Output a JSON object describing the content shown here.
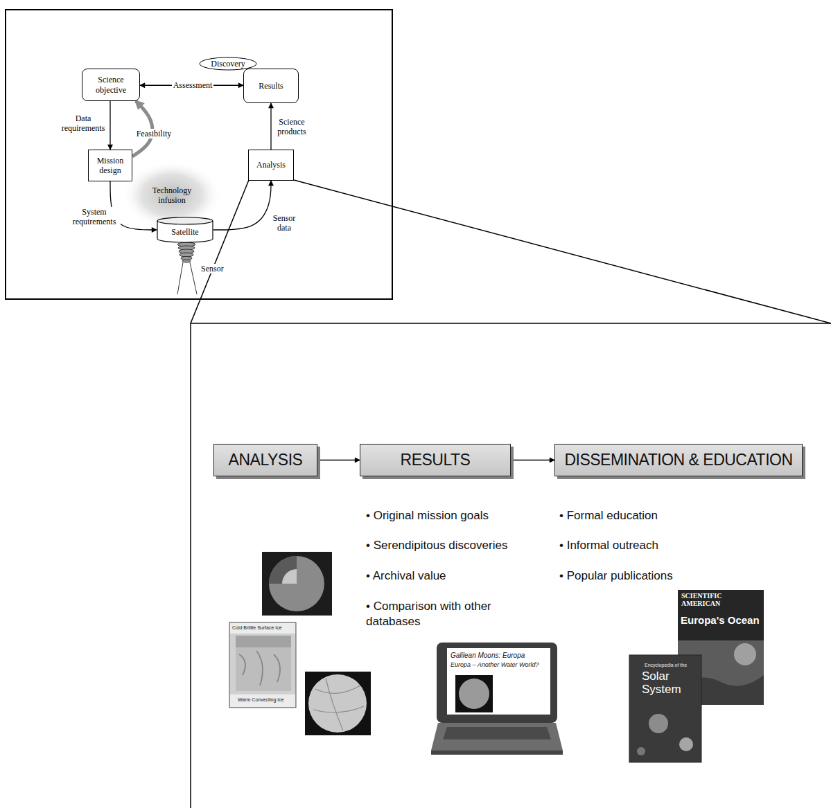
{
  "diagram": {
    "nodes": [
      {
        "text": [
          "Science objective"
        ]
      },
      {
        "text": [
          "Results"
        ]
      },
      {
        "text": [
          "Discovery"
        ]
      },
      {
        "text": [
          "Mission design"
        ]
      },
      {
        "text": [
          "Technology infusion"
        ]
      },
      {
        "text": [
          "Satellite"
        ]
      },
      {
        "text": [
          "Analysis"
        ]
      },
      {
        "text": [
          "ANALYSIS"
        ]
      },
      {
        "text": [
          "RESULTS"
        ]
      },
      {
        "text": [
          "DISSEMINATION & EDUCATION"
        ]
      }
    ],
    "edges": [
      {
        "from": 0,
        "to": 3,
        "label": "Data requirements",
        "arrow": "to"
      },
      {
        "from": 3,
        "to": 5,
        "label": "System requirements",
        "arrow": "to"
      },
      {
        "from": 5,
        "to": 6,
        "label": "Sensor data",
        "arrow": "to"
      },
      {
        "from": 6,
        "to": 1,
        "label": "Science products",
        "arrow": "to"
      },
      {
        "from": 0,
        "to": 1,
        "label": "Assessment",
        "arrow": "both"
      },
      {
        "from": 3,
        "to": 0,
        "label": "Feasibility",
        "arrow": "to"
      },
      {
        "from": 7,
        "to": 8,
        "arrow": "to"
      },
      {
        "from": 8,
        "to": 9,
        "arrow": "to"
      }
    ],
    "labels": [
      "Sensor",
      "• Original mission goals",
      "• Serendipitous discoveries",
      "• Archival value",
      "• Comparison with other databases",
      "• Formal education",
      "• Informal outreach",
      "• Popular publications",
      "Cold Brittle Surface Ice",
      "Warm Convecting Ice",
      "Galilean Moons: Europa",
      "Europa – Another Water World?",
      "SCIENTIFIC AMERICAN",
      "Europa's Ocean",
      "Encyclopedia of the",
      "Solar System"
    ]
  }
}
